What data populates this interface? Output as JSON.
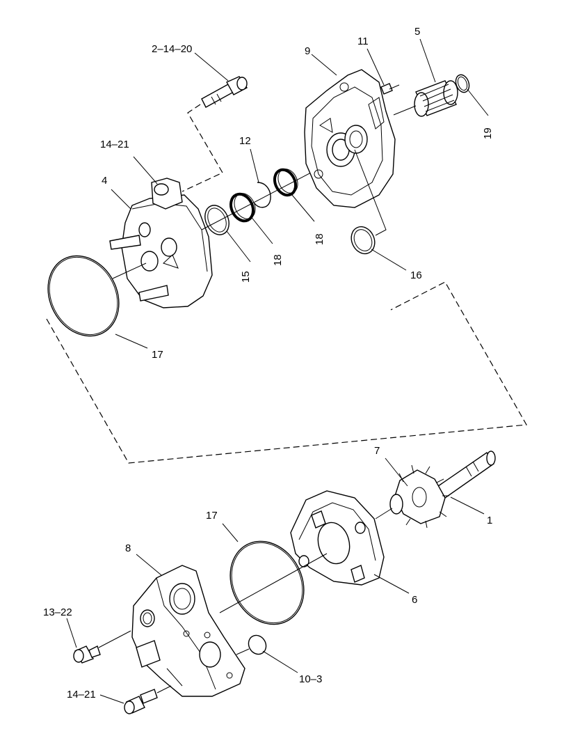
{
  "callouts": {
    "c_2_14_20": "2–14–20",
    "c_14_21_top": "14–21",
    "c_4": "4",
    "c_17_left": "17",
    "c_12": "12",
    "c_15": "15",
    "c_18_a": "18",
    "c_18_b": "18",
    "c_9": "9",
    "c_11": "11",
    "c_5": "5",
    "c_19": "19",
    "c_16": "16",
    "c_7": "7",
    "c_1": "1",
    "c_17_mid": "17",
    "c_6": "6",
    "c_8": "8",
    "c_13_22": "13–22",
    "c_14_21_bottom": "14–21",
    "c_10_3": "10–3"
  }
}
